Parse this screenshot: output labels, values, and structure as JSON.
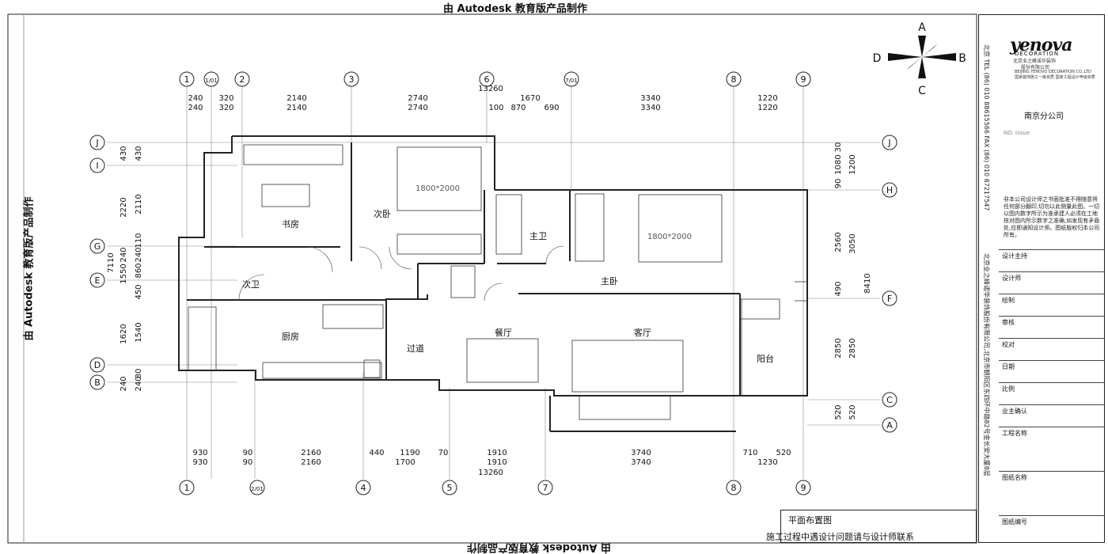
{
  "watermark": "由 Autodesk 教育版产品制作",
  "compass": {
    "a": "A",
    "b": "B",
    "c": "C",
    "d": "D"
  },
  "plan_title": "平面布置图",
  "plan_note": "施工过程中遇设计问题请与设计师联系",
  "rooms": {
    "study": "书房",
    "bed2": "次卧",
    "main_bath": "主卫",
    "master": "主卧",
    "bath2": "次卫",
    "kitchen": "厨房",
    "corridor": "过道",
    "dining": "餐厅",
    "living": "客厅",
    "balcony": "阳台"
  },
  "bed_labels": [
    "1800*2000",
    "1800*2000"
  ],
  "grid_top": [
    "1",
    "1/01",
    "2",
    "3",
    "6",
    "7/01",
    "8",
    "9"
  ],
  "grid_bottom": [
    "1",
    "2/01",
    "4",
    "5",
    "7",
    "8",
    "9"
  ],
  "grid_left": [
    "J",
    "I",
    "G",
    "E",
    "D",
    "B"
  ],
  "grid_right": [
    "J",
    "H",
    "F",
    "C",
    "A"
  ],
  "dims_top_r1": [
    "240",
    "320",
    "2140",
    "2740",
    "1670",
    "3340",
    "1220"
  ],
  "dims_top_r2": [
    "240",
    "320",
    "2140",
    "2740",
    "100",
    "870",
    "690",
    "3340",
    "1220"
  ],
  "dims_top_total": "13260",
  "dims_bot_r1": [
    "930",
    "90",
    "2160",
    "440",
    "1190",
    "70",
    "1910",
    "3740",
    "710",
    "520"
  ],
  "dims_bot_r2": [
    "930",
    "90",
    "2160",
    "1700",
    "1910",
    "3740",
    "1230"
  ],
  "dims_bot_total": "13260",
  "dims_left_inner": [
    "430",
    "2110",
    "110",
    "240",
    "860",
    "450",
    "1540",
    "80",
    "240"
  ],
  "dims_left_outer": [
    "430",
    "2220",
    "240",
    "1550",
    "1620",
    "240"
  ],
  "dims_left_total": "7110",
  "dims_right_inner": [
    "30",
    "1080",
    "90",
    "2560",
    "490",
    "2850",
    "520"
  ],
  "dims_right_outer": [
    "1200",
    "3050",
    "2850",
    "520"
  ],
  "dims_right_total": "8410",
  "titleblock": {
    "logo": "yenova",
    "logo_sub": "DECORATION",
    "company_cn": "北京业之峰诺华装饰",
    "company_cn2": "股份有限公司",
    "company_en": "BEIJING YENOVO DECORATION CO.,LTD",
    "company_cn3": "国家装饰施工一级资质 国家工程设计甲级资质",
    "branch": "南京分公司",
    "issue": "NO.   Issue",
    "note": "非本公司设计师之书面批准不得随意将任何部分翻印,切勿以此侧量此图。一切以图内数字所示为准承建人必须在工地核对图内所示数字之准确,如发现有矛盾处,应即通知设计师。图纸版权归本公司所有。",
    "rows": [
      "设计主持",
      "设计师",
      "绘制",
      "审核",
      "校对",
      "日期",
      "比例",
      "业主确认",
      "工程名称",
      "图纸名称",
      "图纸编号"
    ],
    "vertical_contact": "北京 TEL (86) 010 88615566 FAX (86) 010 87217547",
    "vertical_address": "北京业之峰诺华装饰股份有限公司,北京市朝阳区东四环中路82号金长安大厦8层"
  }
}
